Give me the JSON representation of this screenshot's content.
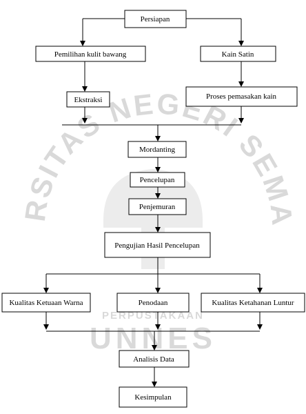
{
  "watermark": {
    "arc_text": "UNIVERSITAS NEGERI SEMARANG",
    "library": "PERPUSTAKAAN",
    "brand": "UNNES"
  },
  "nodes": {
    "persiapan": "Persiapan",
    "pemilihan_kulit_bawang": "Pemilihan kulit bawang",
    "kain_satin": "Kain Satin",
    "ekstraksi": "Ekstraksi",
    "proses_pemasakan_kain": "Proses pemasakan kain",
    "mordanting": "Mordanting",
    "pencelupan": "Pencelupan",
    "penjemuran": "Penjemuran",
    "pengujian_hasil_pencelupan": "Pengujian Hasil Pencelupan",
    "kualitas_ketuaan_warna": "Kualitas Ketuaan Warna",
    "penodaan": "Penodaan",
    "kualitas_ketahanan_luntur": "Kualitas Ketahanan Luntur",
    "analisis_data": "Analisis Data",
    "kesimpulan": "Kesimpulan"
  }
}
